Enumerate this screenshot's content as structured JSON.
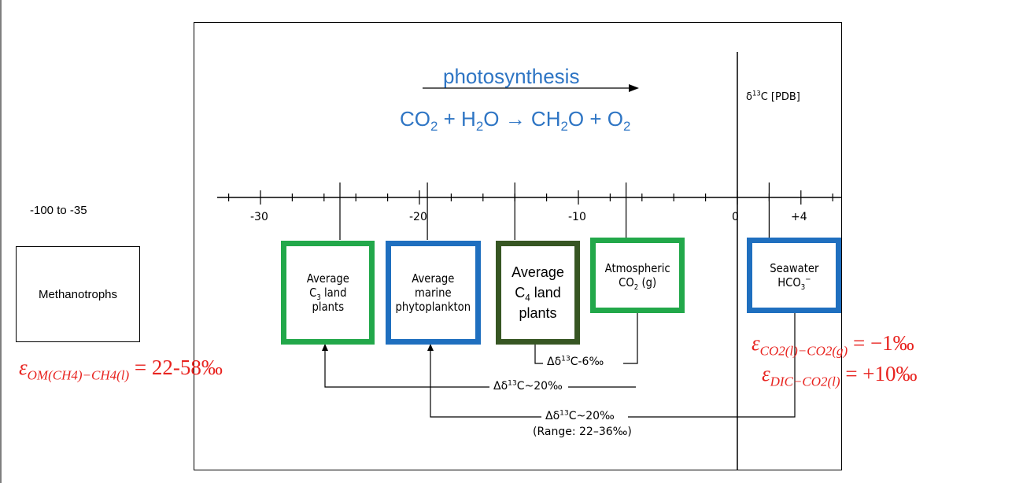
{
  "methanotrophs": {
    "range": "-100 to -35",
    "label": "Methanotrophs"
  },
  "reaction": {
    "label": "photosynthesis",
    "co2": "CO",
    "co2_sub": "2",
    "plus1": " + ",
    "h2o_h": "H",
    "h2o_sub": "2",
    "h2o_o": "O",
    "arrow": " → ",
    "ch2o_c": "CH",
    "ch2o_sub": "2",
    "ch2o_o": "O",
    "plus2": " + ",
    "o2": "O",
    "o2_sub": "2"
  },
  "axis": {
    "title_delta": "δ",
    "title_sup": "13",
    "title_rest": "C [PDB]",
    "ticks": [
      {
        "label": "-30",
        "value": -30
      },
      {
        "label": "-20",
        "value": -20
      },
      {
        "label": "-10",
        "value": -10
      },
      {
        "label": "0",
        "value": 0
      },
      {
        "label": "+4",
        "value": 4
      }
    ]
  },
  "boxes": {
    "c3": {
      "l1": "Average",
      "l2a": "C",
      "l2sub": "3",
      "l2b": " land",
      "l3": "plants"
    },
    "marine": {
      "l1": "Average",
      "l2": "marine",
      "l3": "phytoplankton"
    },
    "c4": {
      "l1": "Average",
      "l2a": "C",
      "l2sub": "4",
      "l2b": " land",
      "l3": "plants"
    },
    "atm": {
      "l1": "Atmospheric",
      "l2a": "CO",
      "l2sub": "2",
      "l2b": " (g)"
    },
    "seawater": {
      "l1": "Seawater",
      "l2a": "HCO",
      "l2sub": "3",
      "l2sup": "−"
    }
  },
  "deltas": {
    "d6": {
      "a": "Δδ",
      "sup": "13",
      "b": "C-6‰"
    },
    "d20a": {
      "a": "Δδ",
      "sup": "13",
      "b": "C~20‰"
    },
    "d20b": {
      "a": "Δδ",
      "sup": "13",
      "b": "C~20‰"
    },
    "range": "(Range: 22–36‰)"
  },
  "equations": {
    "om": {
      "eps": "ε",
      "sub": "OM(CH4)−CH4(l)",
      "rest": " = 22-58‰"
    },
    "co2": {
      "eps": "ε",
      "sub": "CO2(l)−CO2(g)",
      "rest": " = −1‰"
    },
    "dic": {
      "eps": "ε",
      "sub": "DIC−CO2(l)",
      "rest": " = +10‰"
    }
  },
  "colors": {
    "blue_text": "#2e75c4",
    "red_text": "#e8231f",
    "green_box": "#22a84a",
    "blue_box": "#1f6fbf",
    "dark_green_box": "#375623"
  }
}
